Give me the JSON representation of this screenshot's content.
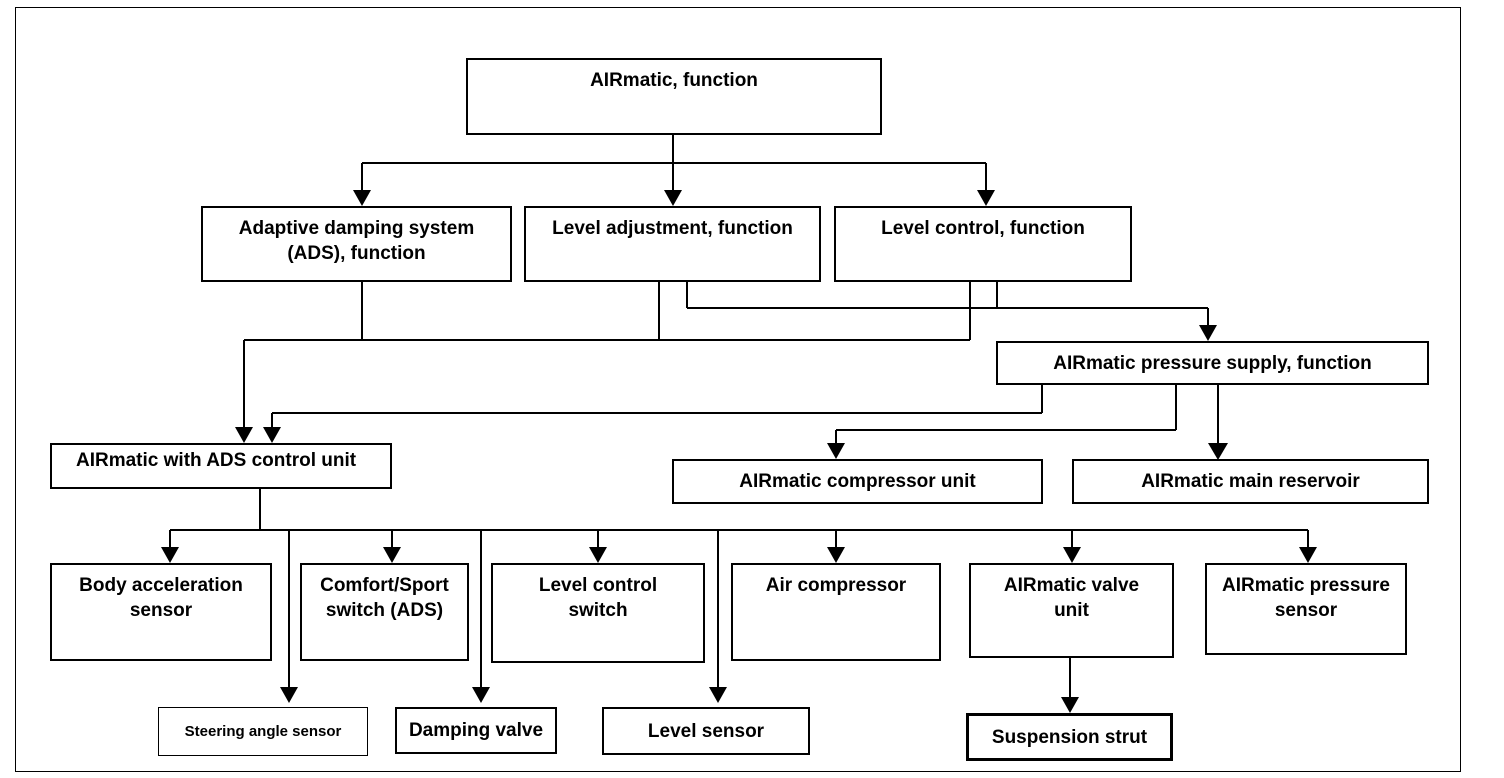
{
  "nodes": {
    "root": "AIRmatic, function",
    "ads": "Adaptive damping system (ADS), function",
    "level_adjust": "Level adjustment, function",
    "level_control": "Level control, function",
    "pressure_supply": "AIRmatic pressure supply, function",
    "control_unit": "AIRmatic with ADS control unit",
    "compressor_unit": "AIRmatic compressor unit",
    "main_reservoir": "AIRmatic main reservoir",
    "body_accel": "Body acceleration sensor",
    "comfort_switch": "Comfort/Sport switch (ADS)",
    "level_switch": "Level control switch",
    "air_compressor": "Air compressor",
    "valve_unit": "AIRmatic valve unit",
    "pressure_sensor": "AIRmatic pressure sensor",
    "steering_sensor": "Steering angle sensor",
    "damping_valve": "Damping valve",
    "level_sensor": "Level sensor",
    "suspension_strut": "Suspension strut"
  },
  "colors": {
    "line": "#000000",
    "background": "#ffffff"
  }
}
